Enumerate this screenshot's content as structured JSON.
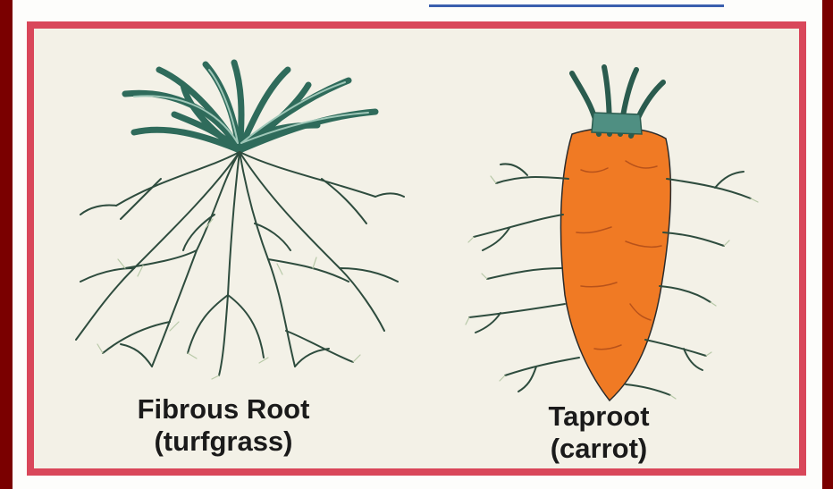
{
  "figure": {
    "fibrous": {
      "name": "Fibrous Root",
      "example": "(turfgrass)"
    },
    "taproot": {
      "name": "Taproot",
      "example": "(carrot)"
    }
  },
  "colors": {
    "outer_background": "#7a0000",
    "frame_border": "#d9475a",
    "panel_fill": "#f3f1e7",
    "grass_green": "#2f6b5b",
    "root_line": "#2e4c3e",
    "carrot_orange": "#f07a24",
    "carrot_top": "#4f8f82"
  },
  "icons": [
    "turfgrass-illustration",
    "carrot-illustration"
  ]
}
